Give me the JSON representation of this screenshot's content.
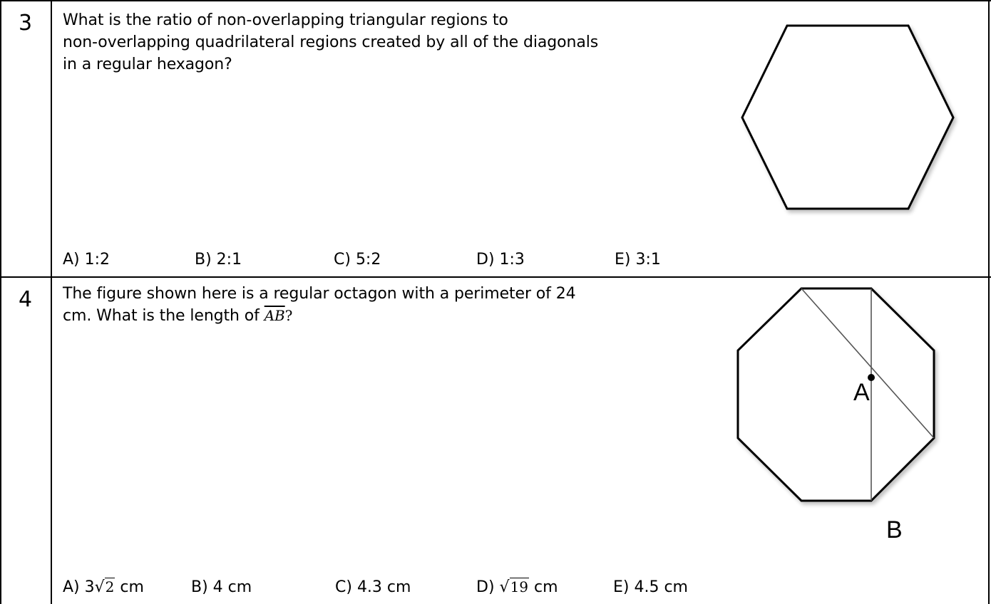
{
  "questions": [
    {
      "number": "3",
      "lines": [
        "What is the ratio of non-overlapping triangular regions to",
        "non-overlapping quadrilateral regions created by all of the diagonals",
        "in a regular hexagon?"
      ],
      "choices": [
        "A) 1:2",
        "B) 2:1",
        "C) 5:2",
        "D) 1:3",
        "E) 3:1"
      ]
    },
    {
      "number": "4",
      "line1": "The figure shown here is a regular octagon with a perimeter of 24",
      "line2_pre": "cm. What is the length of ",
      "segment": "AB",
      "line2_post": "?",
      "choices": {
        "a_prefix": "A) 3",
        "a_radicand": "2",
        "a_suffix": " cm",
        "b": "B) 4 cm",
        "c": "C) 4.3 cm",
        "d_prefix": "D) ",
        "d_radicand": "19",
        "d_suffix": " cm",
        "e": "E) 4.5 cm"
      },
      "figure_labels": {
        "a": "A",
        "b": "B"
      }
    }
  ],
  "figure_icons": [
    "hexagon-figure",
    "octagon-figure"
  ],
  "colors": {
    "ink": "#000000",
    "diagonal": "#555555"
  }
}
